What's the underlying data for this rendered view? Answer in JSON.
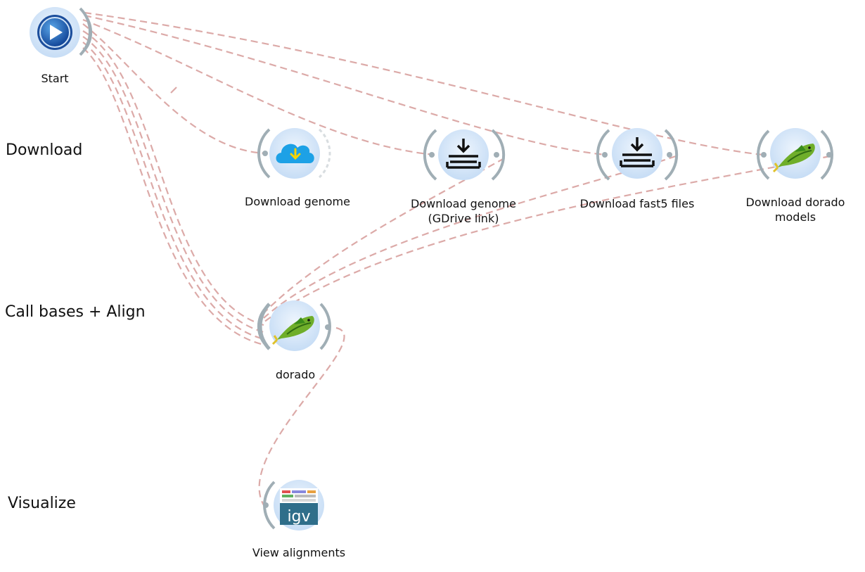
{
  "stages": {
    "download": "Download",
    "call_bases": "Call bases + Align",
    "visualize": "Visualize"
  },
  "nodes": {
    "start": {
      "label": "Start",
      "icon": "play-icon"
    },
    "download_genome": {
      "label": "Download genome",
      "icon": "cloud-download-icon"
    },
    "download_genome_gdrive": {
      "label_line1": "Download genome",
      "label_line2": "(GDrive link)",
      "icon": "tray-download-icon"
    },
    "download_fast5": {
      "label": "Download fast5 files",
      "icon": "tray-download-icon"
    },
    "download_dorado_models": {
      "label_line1": "Download dorado",
      "label_line2": "models",
      "icon": "dorado-fish-icon"
    },
    "dorado": {
      "label": "dorado",
      "icon": "dorado-fish-icon"
    },
    "view_alignments": {
      "label": "View alignments",
      "icon": "igv-icon"
    }
  },
  "edge_color": "#dcaaa8"
}
